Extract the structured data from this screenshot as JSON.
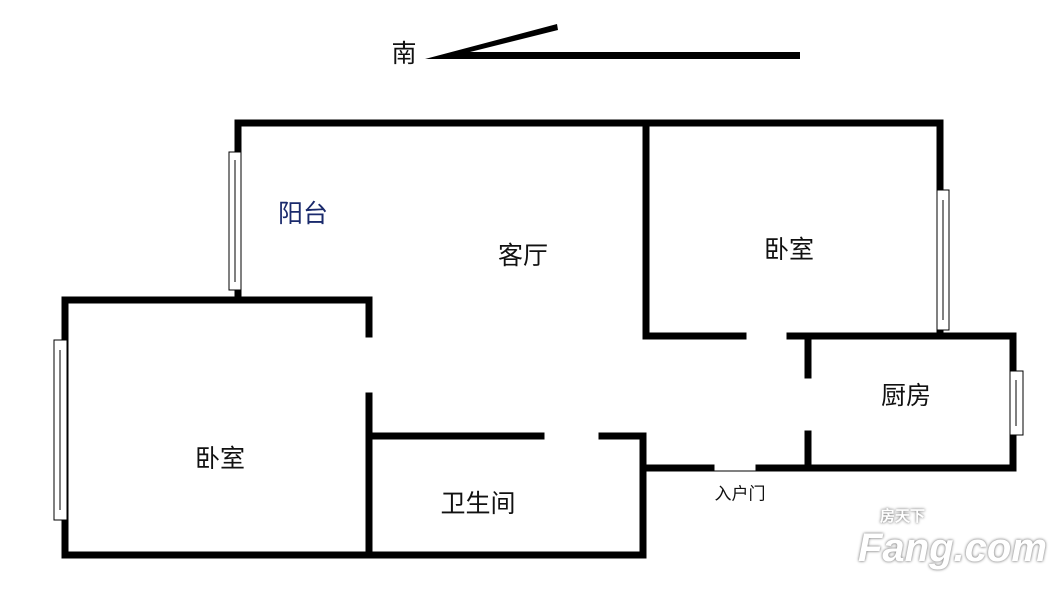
{
  "compass": {
    "label": "南"
  },
  "rooms": {
    "balcony": "阳台",
    "living_room": "客厅",
    "bedroom_right": "卧室",
    "kitchen": "厨房",
    "bedroom_left": "卧室",
    "bathroom": "卫生间",
    "entrance": "入户门"
  },
  "watermark": {
    "brand": "Fang.com",
    "cn": "房天下"
  },
  "colors": {
    "wall": "#000000",
    "balcony_label": "#1a2a6c"
  }
}
